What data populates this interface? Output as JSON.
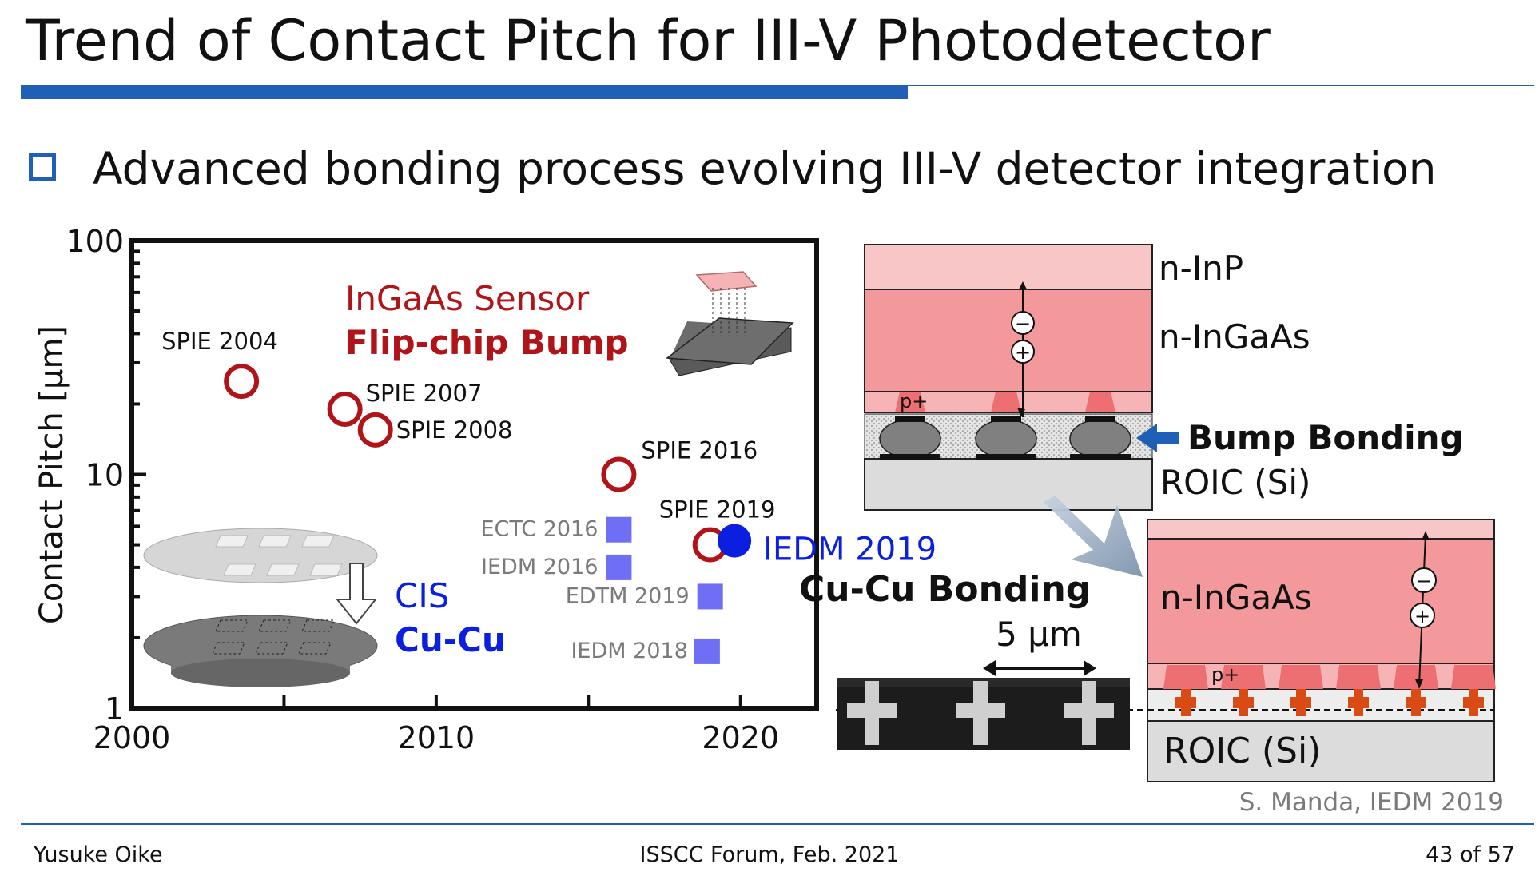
{
  "slide": {
    "title": "Trend of Contact Pitch for III-V Photodetector",
    "bullet": "Advanced bonding process evolving III-V detector integration",
    "citation": "S. Manda, IEDM 2019"
  },
  "footer": {
    "author": "Yusuke Oike",
    "event": "ISSCC Forum, Feb. 2021",
    "page": "43 of 57"
  },
  "colors": {
    "accent_blue": "#1f5fb5",
    "flip_chip_red": "#b01418",
    "cucu_blue": "#0a1fe0",
    "square_blue": "#6f6ff5"
  },
  "chart_data": {
    "type": "scatter",
    "ylabel": "Contact Pitch [μm]",
    "xlabel": "",
    "x_ticks": [
      "2000",
      "2010",
      "2020"
    ],
    "y_ticks": [
      "1",
      "10",
      "100"
    ],
    "xlim": [
      2000,
      2022.5
    ],
    "ylim": [
      1,
      100
    ],
    "y_scale": "log",
    "groups": [
      {
        "title": "InGaAs Sensor",
        "subtitle": "Flip-chip Bump"
      },
      {
        "title": "CIS",
        "subtitle": "Cu-Cu"
      }
    ],
    "series": [
      {
        "name": "InGaAs Sensor Flip-chip Bump",
        "marker": "open-circle",
        "color": "#b01418",
        "points": [
          {
            "label": "SPIE 2004",
            "x": 2003.6,
            "y": 25
          },
          {
            "label": "SPIE 2007",
            "x": 2007.0,
            "y": 19
          },
          {
            "label": "SPIE 2008",
            "x": 2008.0,
            "y": 15.5
          },
          {
            "label": "SPIE 2016",
            "x": 2016.0,
            "y": 10
          },
          {
            "label": "SPIE 2019",
            "x": 2019.0,
            "y": 5
          }
        ]
      },
      {
        "name": "CIS Cu-Cu",
        "marker": "square",
        "color": "#6f6ff5",
        "points": [
          {
            "label": "ECTC 2016",
            "x": 2016.0,
            "y": 5.8
          },
          {
            "label": "IEDM 2016",
            "x": 2016.0,
            "y": 4.0
          },
          {
            "label": "EDTM 2019",
            "x": 2019.0,
            "y": 3.0
          },
          {
            "label": "IEDM 2018",
            "x": 2018.9,
            "y": 1.75
          }
        ]
      },
      {
        "name": "IEDM 2019",
        "marker": "filled-circle",
        "color": "#0a1fe0",
        "points": [
          {
            "label": "IEDM 2019",
            "x": 2019.8,
            "y": 5.2
          }
        ]
      }
    ]
  },
  "diagram": {
    "top": {
      "layers": [
        "n-InP",
        "n-InGaAs"
      ],
      "p_label": "p+",
      "bonding_label": "Bump Bonding",
      "roic_label": "ROIC (Si)",
      "minus": "−",
      "plus": "+"
    },
    "bottom": {
      "bonding_label": "Cu-Cu Bonding",
      "scale_label": "5 μm",
      "layer": "n-InGaAs",
      "p_label": "p+",
      "roic_label": "ROIC (Si)",
      "minus": "−",
      "plus": "+"
    }
  }
}
